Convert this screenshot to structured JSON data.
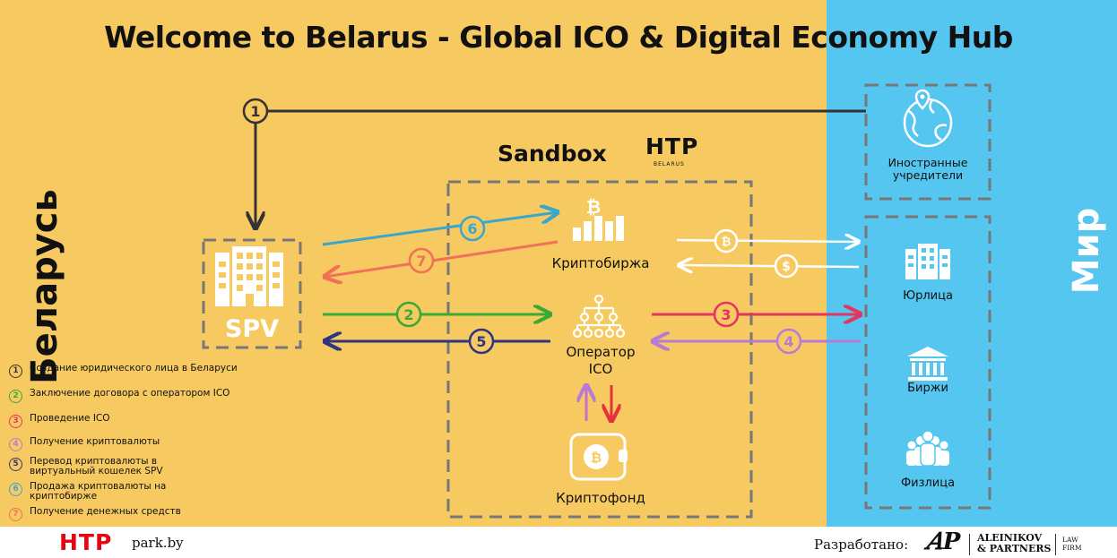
{
  "title": "Welcome to Belarus - Global ICO & Digital Economy Hub",
  "regions": {
    "left": "Беларусь",
    "right": "Мир"
  },
  "sandbox": {
    "label": "Sandbox",
    "logo": "HTP",
    "logo_sub": "BELARUS"
  },
  "nodes": {
    "spv": "SPV",
    "exchange": "Криптобиржа",
    "operator_line1": "Оператор",
    "operator_line2": "ICO",
    "fund": "Криптофонд",
    "founders_line1": "Иностранные",
    "founders_line2": "учредители",
    "legal": "Юрлица",
    "exchanges": "Биржи",
    "individuals": "Физлица"
  },
  "steps": {
    "s1": "1",
    "s2": "2",
    "s3": "3",
    "s4": "4",
    "s5": "5",
    "s6": "6",
    "s7": "7"
  },
  "legend": [
    {
      "num": "1",
      "color": "#333333",
      "text": "Создание юридического лица в Беларуси"
    },
    {
      "num": "2",
      "color": "#3aaa35",
      "text": "Заключение договора с оператором ICO"
    },
    {
      "num": "3",
      "color": "#e63462",
      "text": "Проведение ICO"
    },
    {
      "num": "4",
      "color": "#b77bd6",
      "text": "Получение криптовалюты"
    },
    {
      "num": "5",
      "color": "#2e3581",
      "text": "Перевод криптовалюты в виртуальный кошелек SPV"
    },
    {
      "num": "6",
      "color": "#3aa6c9",
      "text": "Продажа криптовалюты на криптобирже"
    },
    {
      "num": "7",
      "color": "#f0715a",
      "text": "Получение денежных средств"
    }
  ],
  "colors": {
    "yellow": "#f6ca60",
    "blue": "#54c6ef",
    "dark": "#333333",
    "white": "#ffffff",
    "htp_red": "#e30613"
  },
  "icons": [
    "building-icon",
    "bitcoin-chart-icon",
    "hierarchy-icon",
    "crypto-wallet-icon",
    "globe-map-icon",
    "bank-icon",
    "people-icon",
    "bitcoin-coin-icon",
    "dollar-coin-icon"
  ],
  "footer": {
    "logo": "HTP",
    "site": "park.by",
    "credit_label": "Разработано:",
    "firm_line1": "ALEINIKOV",
    "firm_line2": "& PARTNERS",
    "firm_type1": "LAW",
    "firm_type2": "FIRM"
  }
}
